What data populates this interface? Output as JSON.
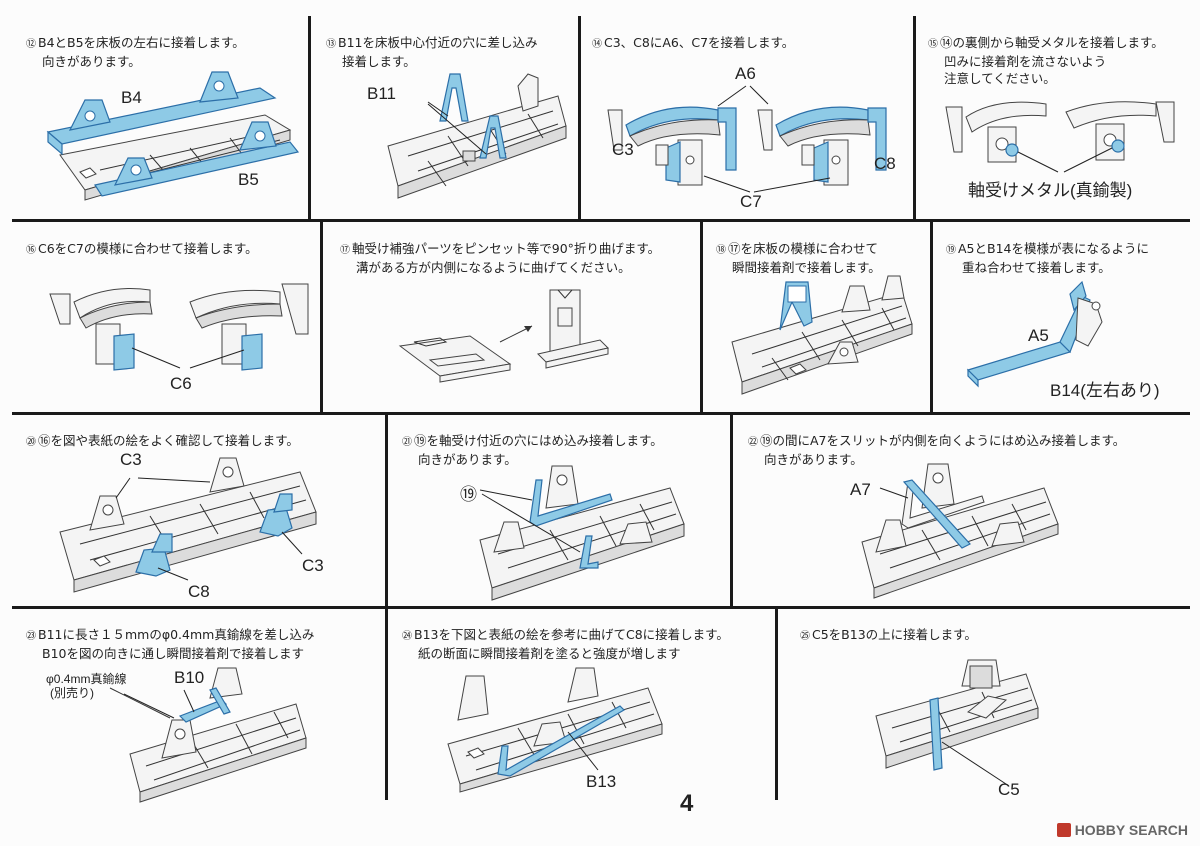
{
  "steps": [
    {
      "n": "⑫",
      "lines": [
        "B4とB5を床板の左右に接着します。",
        "向きがあります。"
      ],
      "labels": [
        "B4",
        "B5"
      ]
    },
    {
      "n": "⑬",
      "lines": [
        "B11を床板中心付近の穴に差し込み",
        "接着します。"
      ],
      "labels": [
        "B11"
      ]
    },
    {
      "n": "⑭",
      "lines": [
        "C3、C8にA6、C7を接着します。"
      ],
      "labels": [
        "A6",
        "C3",
        "C8",
        "C7"
      ]
    },
    {
      "n": "⑮",
      "lines": [
        "⑭の裏側から軸受メタルを接着します。",
        "凹みに接着剤を流さないよう",
        "注意してください。"
      ],
      "labels": [
        "軸受けメタル(真鍮製)"
      ]
    },
    {
      "n": "⑯",
      "lines": [
        "C6をC7の模様に合わせて接着します。"
      ],
      "labels": [
        "C6"
      ]
    },
    {
      "n": "⑰",
      "lines": [
        "軸受け補強パーツをピンセット等で90°折り曲げます。",
        "溝がある方が内側になるように曲げてください。"
      ],
      "labels": []
    },
    {
      "n": "⑱",
      "lines": [
        "⑰を床板の模様に合わせて",
        "瞬間接着剤で接着します。"
      ],
      "labels": []
    },
    {
      "n": "⑲",
      "lines": [
        "A5とB14を模様が表になるように",
        "重ね合わせて接着します。"
      ],
      "labels": [
        "A5",
        "B14(左右あり)"
      ]
    },
    {
      "n": "⑳",
      "lines": [
        "⑯を図や表紙の絵をよく確認して接着します。"
      ],
      "labels": [
        "C3",
        "C8",
        "C3"
      ]
    },
    {
      "n": "㉑",
      "lines": [
        "⑲を軸受け付近の穴にはめ込み接着します。",
        "向きがあります。"
      ],
      "labels": [
        "⑲"
      ]
    },
    {
      "n": "㉒",
      "lines": [
        "⑲の間にA7をスリットが内側を向くようにはめ込み接着します。",
        "向きがあります。"
      ],
      "labels": [
        "A7"
      ]
    },
    {
      "n": "㉓",
      "lines": [
        "B11に長さ１５mmのφ0.4mm真鍮線を差し込み",
        "B10を図の向きに通し瞬間接着剤で接着します"
      ],
      "labels": [
        "φ0.4mm真鍮線",
        "(別売り)",
        "B10"
      ]
    },
    {
      "n": "㉔",
      "lines": [
        "B13を下図と表紙の絵を参考に曲げてC8に接着します。",
        "紙の断面に瞬間接着剤を塗ると強度が増します"
      ],
      "labels": [
        "B13"
      ]
    },
    {
      "n": "㉕",
      "lines": [
        "C5をB13の上に接着します。"
      ],
      "labels": [
        "C5"
      ]
    }
  ],
  "page_number": "4",
  "watermark": "HOBBY SEARCH"
}
